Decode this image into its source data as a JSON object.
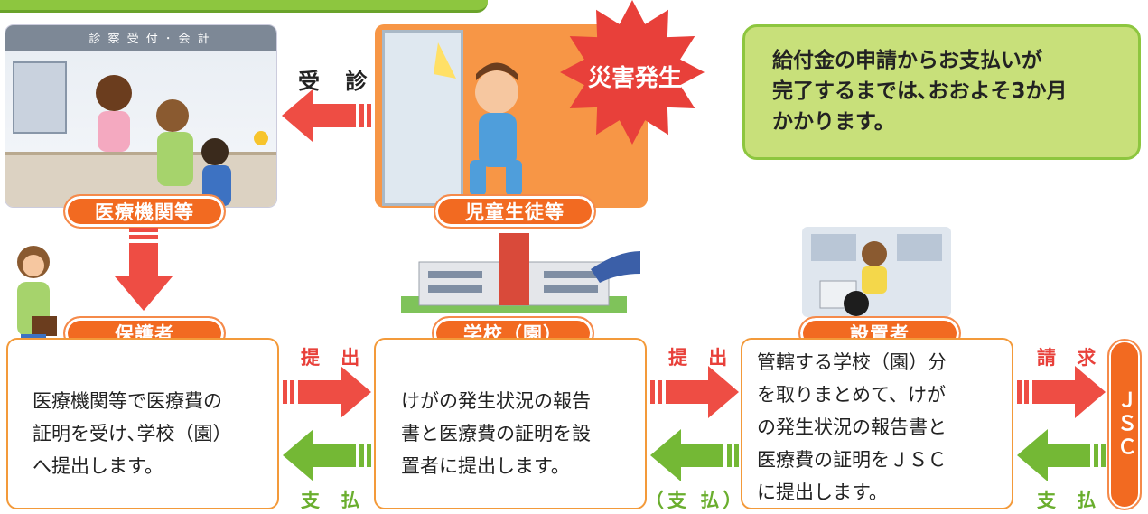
{
  "scene": {
    "clinic_sign": "診 察 受 付 ･ 会 計",
    "disaster_burst": "災害発生",
    "jushin_label": "受 診"
  },
  "info_box": {
    "line1": "給付金の申請からお支払いが",
    "line2": "完了するまでは､おおよそ3か月",
    "line3": "かかります。"
  },
  "nodes": {
    "medical": "医療機関等",
    "student": "児童生徒等",
    "guardian": "保護者",
    "school": "学校（園）",
    "founder": "設置者",
    "jsc": "ＪＳＣ"
  },
  "descriptions": {
    "guardian": [
      "医療機関等で医療費の",
      "証明を受け､学校（園）",
      "へ提出します。"
    ],
    "school": [
      "けがの発生状況の報告",
      "書と医療費の証明を設",
      "置者に提出します。"
    ],
    "founder": [
      "管轄する学校（園）分",
      "を取りまとめて、けが",
      "の発生状況の報告書と",
      "医療費の証明をＪＳＣ",
      "に提出します。"
    ]
  },
  "flow_labels": {
    "submit1": "提 出",
    "submit2": "提 出",
    "claim": "請 求",
    "pay1": "支 払",
    "pay2": "（支 払）",
    "pay3": "支 払"
  },
  "colors": {
    "orange": "#f26a21",
    "arrow_red": "#ee4d44",
    "arrow_green": "#74b835",
    "info_green": "#c8e07a",
    "burst_red": "#e8403a"
  }
}
